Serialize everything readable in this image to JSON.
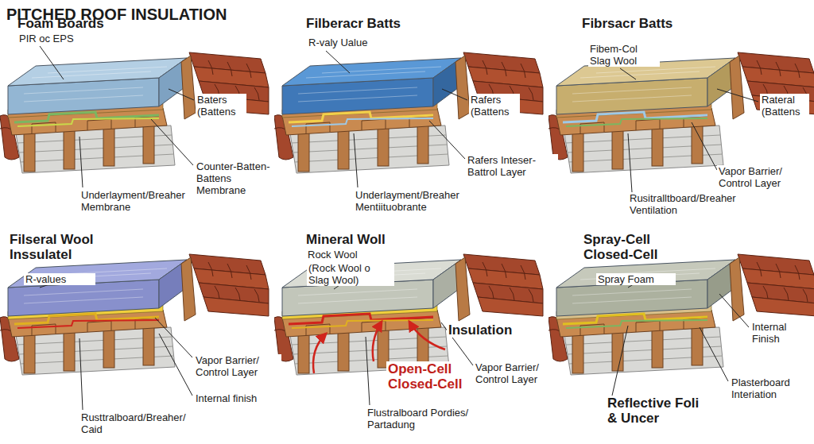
{
  "diagram": {
    "title": "PITCHED ROOF INSULATION",
    "labels": [
      "Foam Boards",
      "PIR oc EPS",
      "Baters (Battens",
      "Counter-Batten- Battens Membrane",
      "Underlayment/Breaher Membrane",
      "Filberacr Batts",
      "R-valy Ualue",
      "Rafers (Battens",
      "Rafers Inteser-Battrol Layer",
      "Underlayment/Breaher Mentiituobrante",
      "Fibrsacr Batts",
      "Fibem-Col Slag Wool",
      "Rateral (Battens",
      "Vapor Barrier/ Control Layer",
      "Rusitralltboard/Breaher Ventilation",
      "Filseral Wool Inssulatel",
      "R-values",
      "Vapor Barrier/ Control Layer",
      "Internal finish",
      "Rusttralboard/Breaher/ Caid",
      "Mineral Woll",
      "Rock Wool",
      "(Rock Wool o Slag Wool)",
      "Insulation",
      "Open-Cell Closed-Cell",
      "Vapor Barrier/ Control Layer",
      "Flustralboard Pordies/ Partadung",
      "Spray-Cell Closed-Cell",
      "Spray Foam",
      "Internal Finish",
      "Plasterboard Interiation",
      "Reflective Foli & Uncer"
    ]
  }
}
